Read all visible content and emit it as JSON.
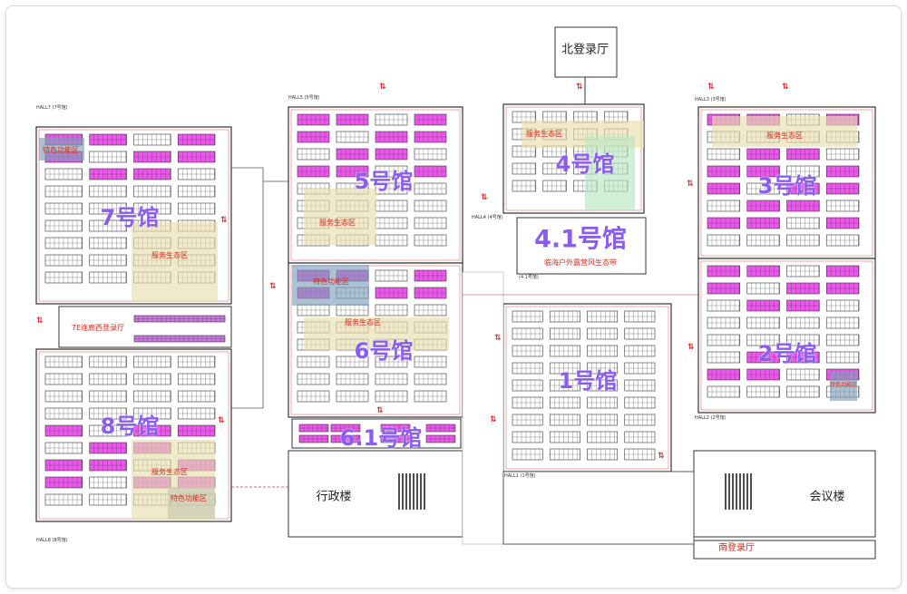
{
  "map": {
    "halls": [
      {
        "id": "7",
        "label": "7号馆",
        "code": "HALL7 (7号馆)"
      },
      {
        "id": "8",
        "label": "8号馆",
        "code": "HALL8 (8号馆)"
      },
      {
        "id": "5",
        "label": "5号馆",
        "code": "HALL5 (5号馆)"
      },
      {
        "id": "6",
        "label": "6号馆"
      },
      {
        "id": "6.1",
        "label": "6.1号馆"
      },
      {
        "id": "4",
        "label": "4号馆",
        "code": "HALL4 (4号馆)"
      },
      {
        "id": "4.1",
        "label": "4.1号馆",
        "subtitle": "临海户外露营风生态带",
        "code": "(4.1号馆)"
      },
      {
        "id": "3",
        "label": "3号馆",
        "code": "HALL3 (3号馆)"
      },
      {
        "id": "2",
        "label": "2号馆",
        "code": "HALL2 (2号馆)"
      },
      {
        "id": "1",
        "label": "1号馆",
        "code": "HALL1 (1号馆)"
      }
    ],
    "zones": {
      "feature": "特色功能区",
      "service": "服务生态区"
    },
    "buildings": {
      "north_entry": "北登录厅",
      "south_entry": "南登录厅",
      "admin": "行政楼",
      "conference": "会议楼",
      "corridor_7e": "7E连廊西登录厅"
    },
    "colors": {
      "booth_pink": "#ee55ee",
      "booth_tan": "#e8dfae",
      "feature_blue": "#7f9fb8",
      "green": "#b8e6c0",
      "wall_red": "#e03030",
      "label_purple": "#8a5cf0"
    }
  }
}
